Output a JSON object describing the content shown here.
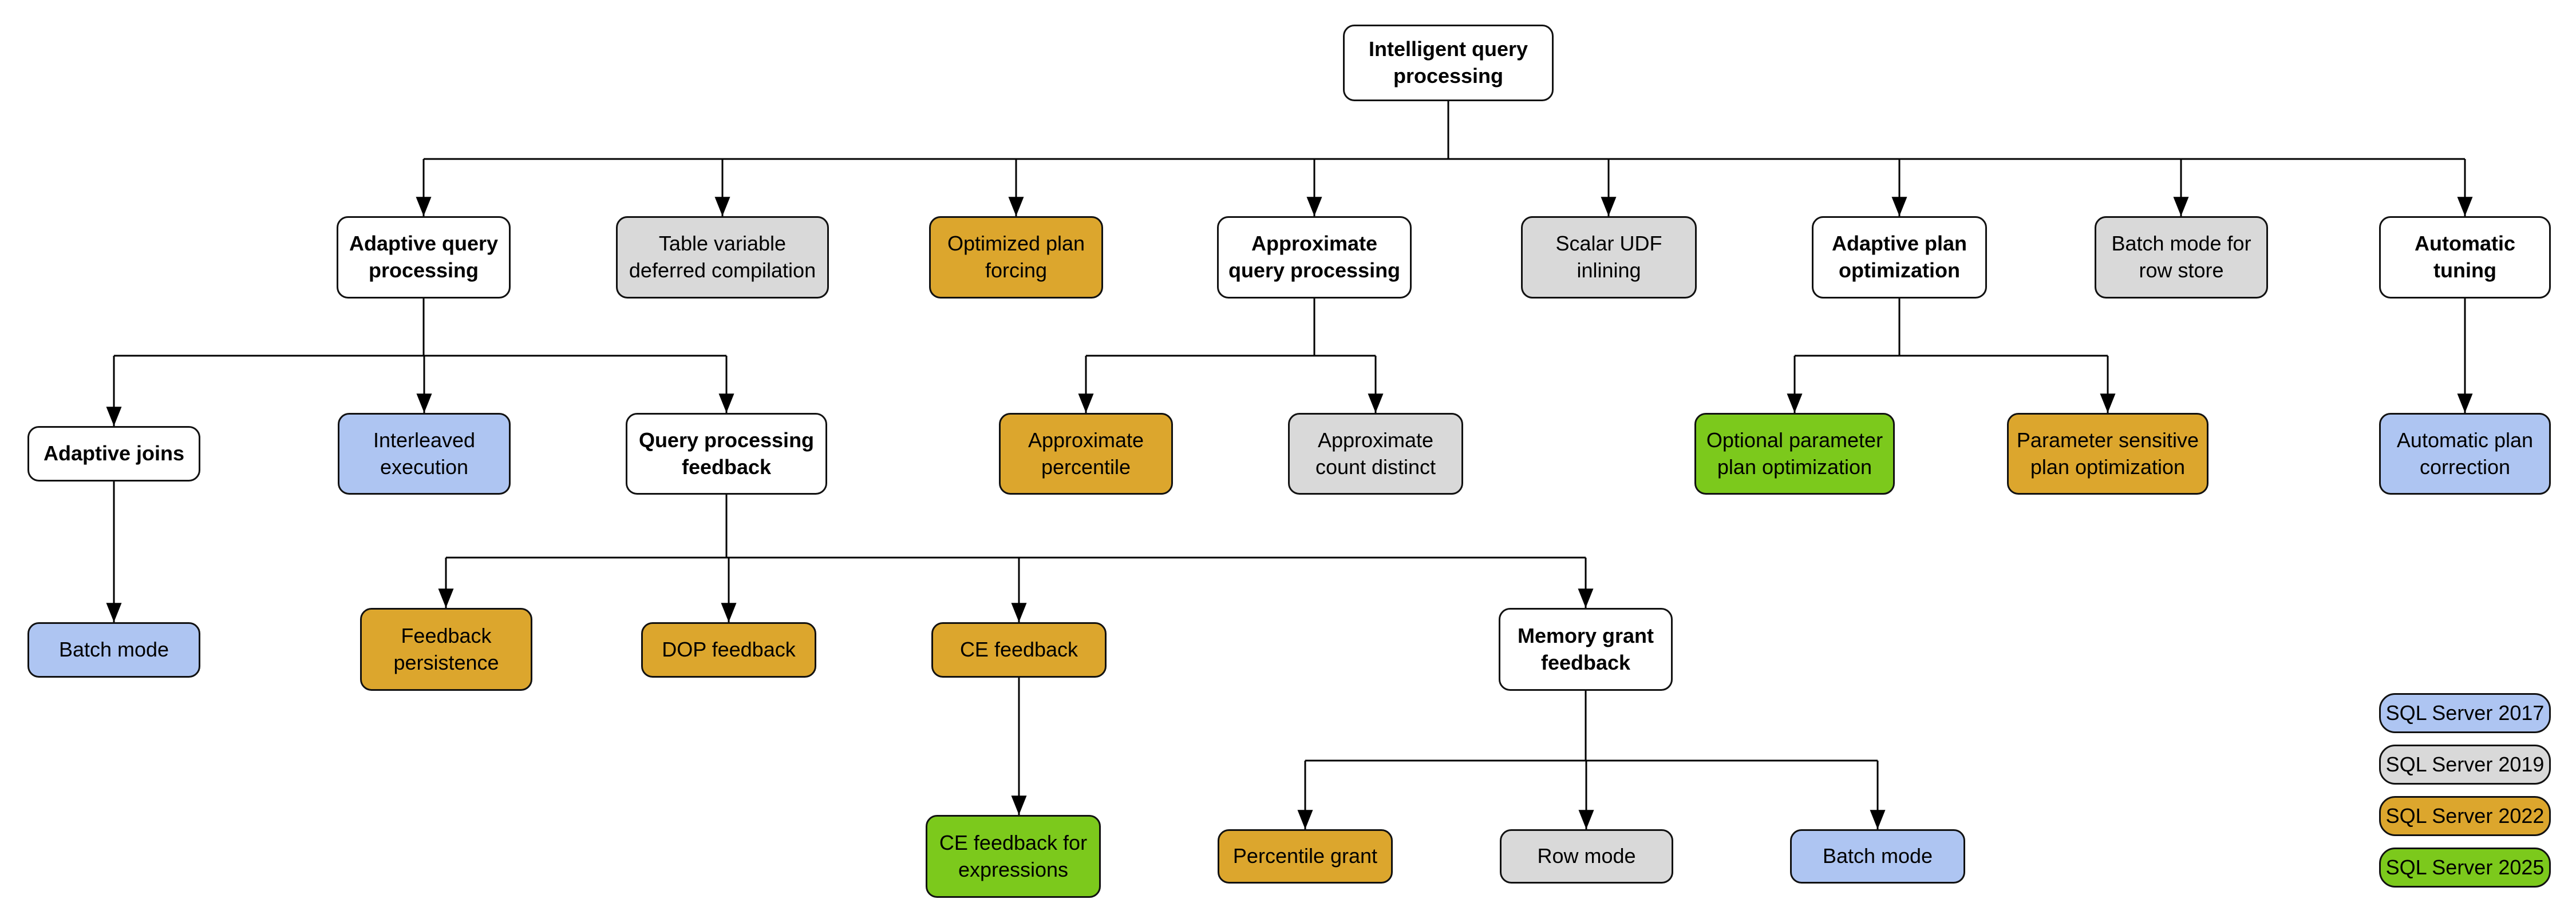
{
  "palette": {
    "white": "#ffffff",
    "gray": "#d9d9d9",
    "blue": "#aec5f2",
    "orange": "#dca62d",
    "green": "#7cc91c",
    "border": "#111111",
    "line": "#000000",
    "background": "#ffffff"
  },
  "nodes": {
    "root": {
      "label": "Intelligent query\nprocessing",
      "color": "white"
    },
    "adaptive_query_processing": {
      "label": "Adaptive query\nprocessing",
      "color": "white"
    },
    "table_variable_deferred_compilation": {
      "label": "Table variable\ndeferred compilation",
      "color": "gray"
    },
    "optimized_plan_forcing": {
      "label": "Optimized plan\nforcing",
      "color": "orange"
    },
    "approximate_query_processing": {
      "label": "Approximate\nquery processing",
      "color": "white"
    },
    "scalar_udf_inlining": {
      "label": "Scalar UDF\ninlining",
      "color": "gray"
    },
    "adaptive_plan_optimization": {
      "label": "Adaptive plan\noptimization",
      "color": "white"
    },
    "batch_mode_for_row_store": {
      "label": "Batch mode for\nrow store",
      "color": "gray"
    },
    "automatic_tuning": {
      "label": "Automatic\ntuning",
      "color": "white"
    },
    "adaptive_joins": {
      "label": "Adaptive joins",
      "color": "white"
    },
    "interleaved_execution": {
      "label": "Interleaved\nexecution",
      "color": "blue"
    },
    "query_processing_feedback": {
      "label": "Query processing\nfeedback",
      "color": "white"
    },
    "approximate_percentile": {
      "label": "Approximate\npercentile",
      "color": "orange"
    },
    "approximate_count_distinct": {
      "label": "Approximate\ncount distinct",
      "color": "gray"
    },
    "optional_parameter_plan_optimization": {
      "label": "Optional parameter\nplan optimization",
      "color": "green"
    },
    "parameter_sensitive_plan_optimization": {
      "label": "Parameter sensitive\nplan optimization",
      "color": "orange"
    },
    "automatic_plan_correction": {
      "label": "Automatic plan\ncorrection",
      "color": "blue"
    },
    "batch_mode_adaptive_joins": {
      "label": "Batch mode",
      "color": "blue"
    },
    "feedback_persistence": {
      "label": "Feedback\npersistence",
      "color": "orange"
    },
    "dop_feedback": {
      "label": "DOP feedback",
      "color": "orange"
    },
    "ce_feedback": {
      "label": "CE feedback",
      "color": "orange"
    },
    "memory_grant_feedback": {
      "label": "Memory grant\nfeedback",
      "color": "white"
    },
    "ce_feedback_for_expressions": {
      "label": "CE feedback for\nexpressions",
      "color": "green"
    },
    "percentile_grant": {
      "label": "Percentile grant",
      "color": "orange"
    },
    "row_mode": {
      "label": "Row mode",
      "color": "gray"
    },
    "batch_mode_memory_grant": {
      "label": "Batch mode",
      "color": "blue"
    }
  },
  "legend": {
    "items": [
      {
        "label": "SQL Server 2017",
        "color": "blue"
      },
      {
        "label": "SQL Server 2019",
        "color": "gray"
      },
      {
        "label": "SQL Server 2022",
        "color": "orange"
      },
      {
        "label": "SQL Server 2025",
        "color": "green"
      }
    ]
  }
}
